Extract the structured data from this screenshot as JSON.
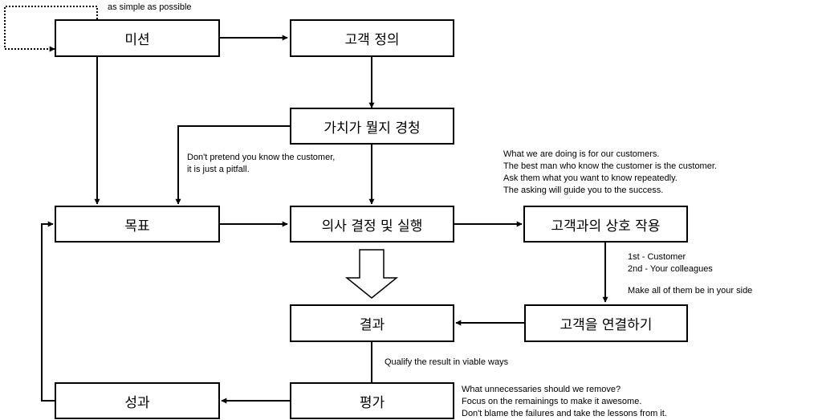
{
  "nodes": {
    "mission": "미션",
    "customer_definition": "고객 정의",
    "listen_values": "가치가 뭘지 경청",
    "goal": "목표",
    "decision_execution": "의사 결정 및 실행",
    "customer_interaction": "고객과의 상호 작용",
    "result": "결과",
    "connect_customers": "고객을 연결하기",
    "achievement": "성과",
    "evaluation": "평가"
  },
  "notes": {
    "simple": "as simple as possible",
    "pretend": [
      "Don't pretend you know the customer,",
      "it is just a pitfall."
    ],
    "customers": [
      "What we are doing is for our customers.",
      "The best man who know the customer is the customer.",
      "Ask them what you want to know repeatedly.",
      "The asking will guide you to the success."
    ],
    "priority": [
      "1st - Customer",
      "2nd - Your colleagues"
    ],
    "side": "Make all of them be in your side",
    "qualify": "Qualify the result in viable ways",
    "remove": [
      "What unnecessaries should we remove?",
      "Focus on the remainings to make it awesome.",
      "Don't blame the failures and take the lessons from it."
    ]
  }
}
